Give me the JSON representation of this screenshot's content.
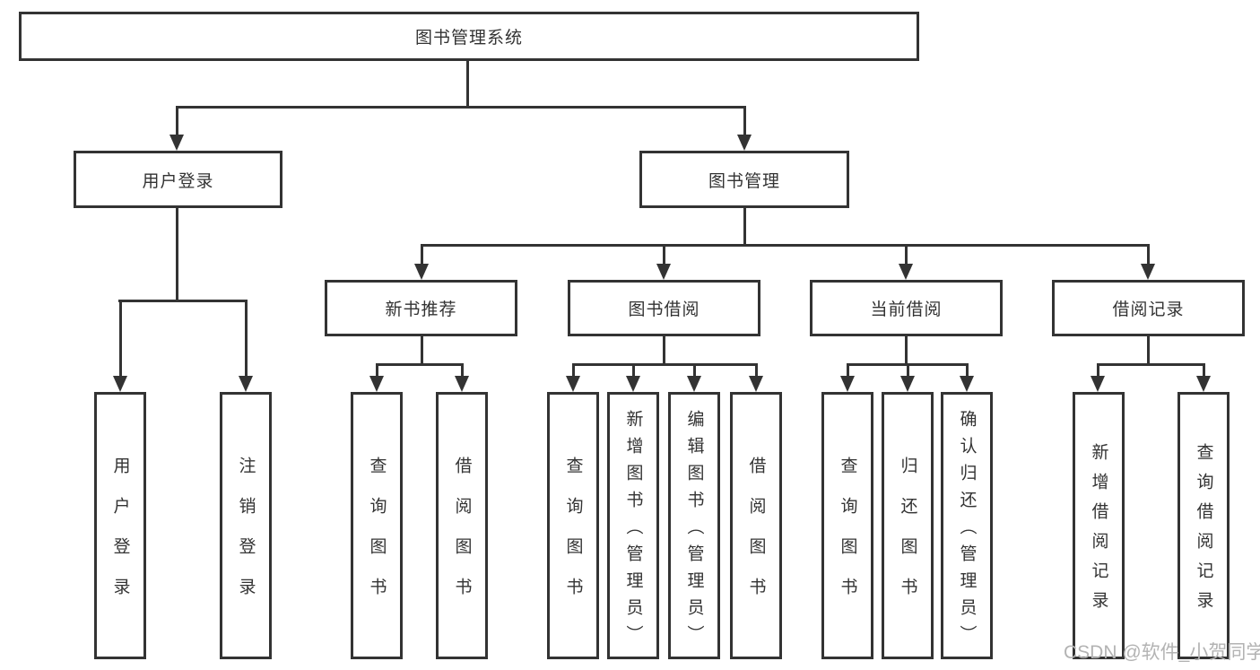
{
  "title_node": "图书管理系统",
  "level2": {
    "user_login": "用户登录",
    "book_management": "图书管理"
  },
  "level3": {
    "new_book_recommendation": "新书推荐",
    "book_borrowing": "图书借阅",
    "current_borrowing": "当前借阅",
    "borrowing_records": "借阅记录"
  },
  "leaves": {
    "user_login": [
      "用户登录",
      "注销登录"
    ],
    "new_book_recommendation": [
      "查询图书",
      "借阅图书"
    ],
    "book_borrowing": [
      "查询图书",
      "新增图书（管理员）",
      "编辑图书（管理员）",
      "借阅图书"
    ],
    "current_borrowing": [
      "查询图书",
      "归还图书",
      "确认归还（管理员）"
    ],
    "borrowing_records": [
      "新增借阅记录",
      "查询借阅记录"
    ]
  },
  "watermark": "CSDN @软件_小贺同学",
  "colors": {
    "line": "#333333",
    "text": "#333333",
    "watermark": "#b3b3b3",
    "background": "#ffffff"
  }
}
